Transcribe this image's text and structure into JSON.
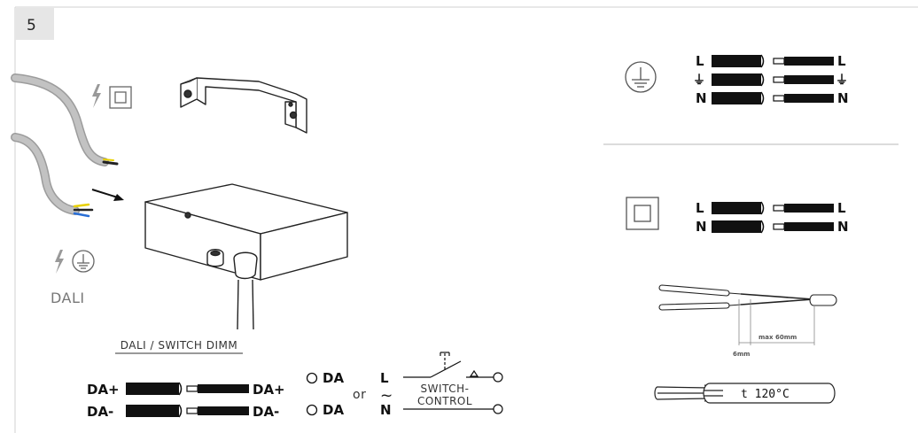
{
  "step": {
    "number": "5"
  },
  "left": {
    "dali_label": "DALI",
    "bracket_part": "mounting-bracket",
    "canopy_part": "ceiling-canopy"
  },
  "wiring_dali": {
    "header": "DALI / SWITCH DIMM",
    "rows": [
      {
        "left": "DA+",
        "right": "DA+"
      },
      {
        "left": "DA-",
        "right": "DA-"
      }
    ],
    "da_terminals": [
      "DA",
      "DA"
    ],
    "or_text": "or",
    "switch": {
      "l": "L",
      "n": "N",
      "tilde": "~",
      "label_line1": "SWITCH-",
      "label_line2": "CONTROL"
    }
  },
  "wiring_earth": {
    "rows": [
      {
        "left": "L",
        "right": "L"
      },
      {
        "left": "⏚",
        "right": "⏚"
      },
      {
        "left": "N",
        "right": "N"
      }
    ]
  },
  "wiring_class2": {
    "rows": [
      {
        "left": "L",
        "right": "L"
      },
      {
        "left": "N",
        "right": "N"
      }
    ]
  },
  "stripping": {
    "strip_length": "6mm",
    "max_length": "max 60mm"
  },
  "heat_sleeve": {
    "label": "t 120°C"
  },
  "colors": {
    "cable_gray": "#b5b5b5",
    "wire_yellow": "#e8d000",
    "wire_blue": "#2a6fd6",
    "ink": "#111111"
  }
}
